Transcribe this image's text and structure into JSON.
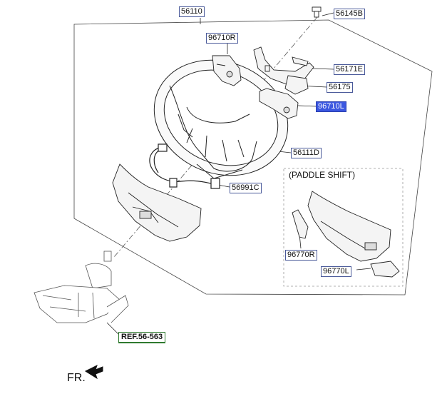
{
  "labels": {
    "assembly": "56110",
    "bolt": "56145B",
    "switch_r": "96710R",
    "cover_e": "56171E",
    "bracket": "56175",
    "switch_l": "96710L",
    "wheel": "56111D",
    "harness": "56991C",
    "paddle_group": "(PADDLE SHIFT)",
    "paddle_r": "96770R",
    "paddle_l": "96770L",
    "reference": "REF.56-563",
    "front": "FR."
  },
  "highlight_color": "#3b57e0"
}
